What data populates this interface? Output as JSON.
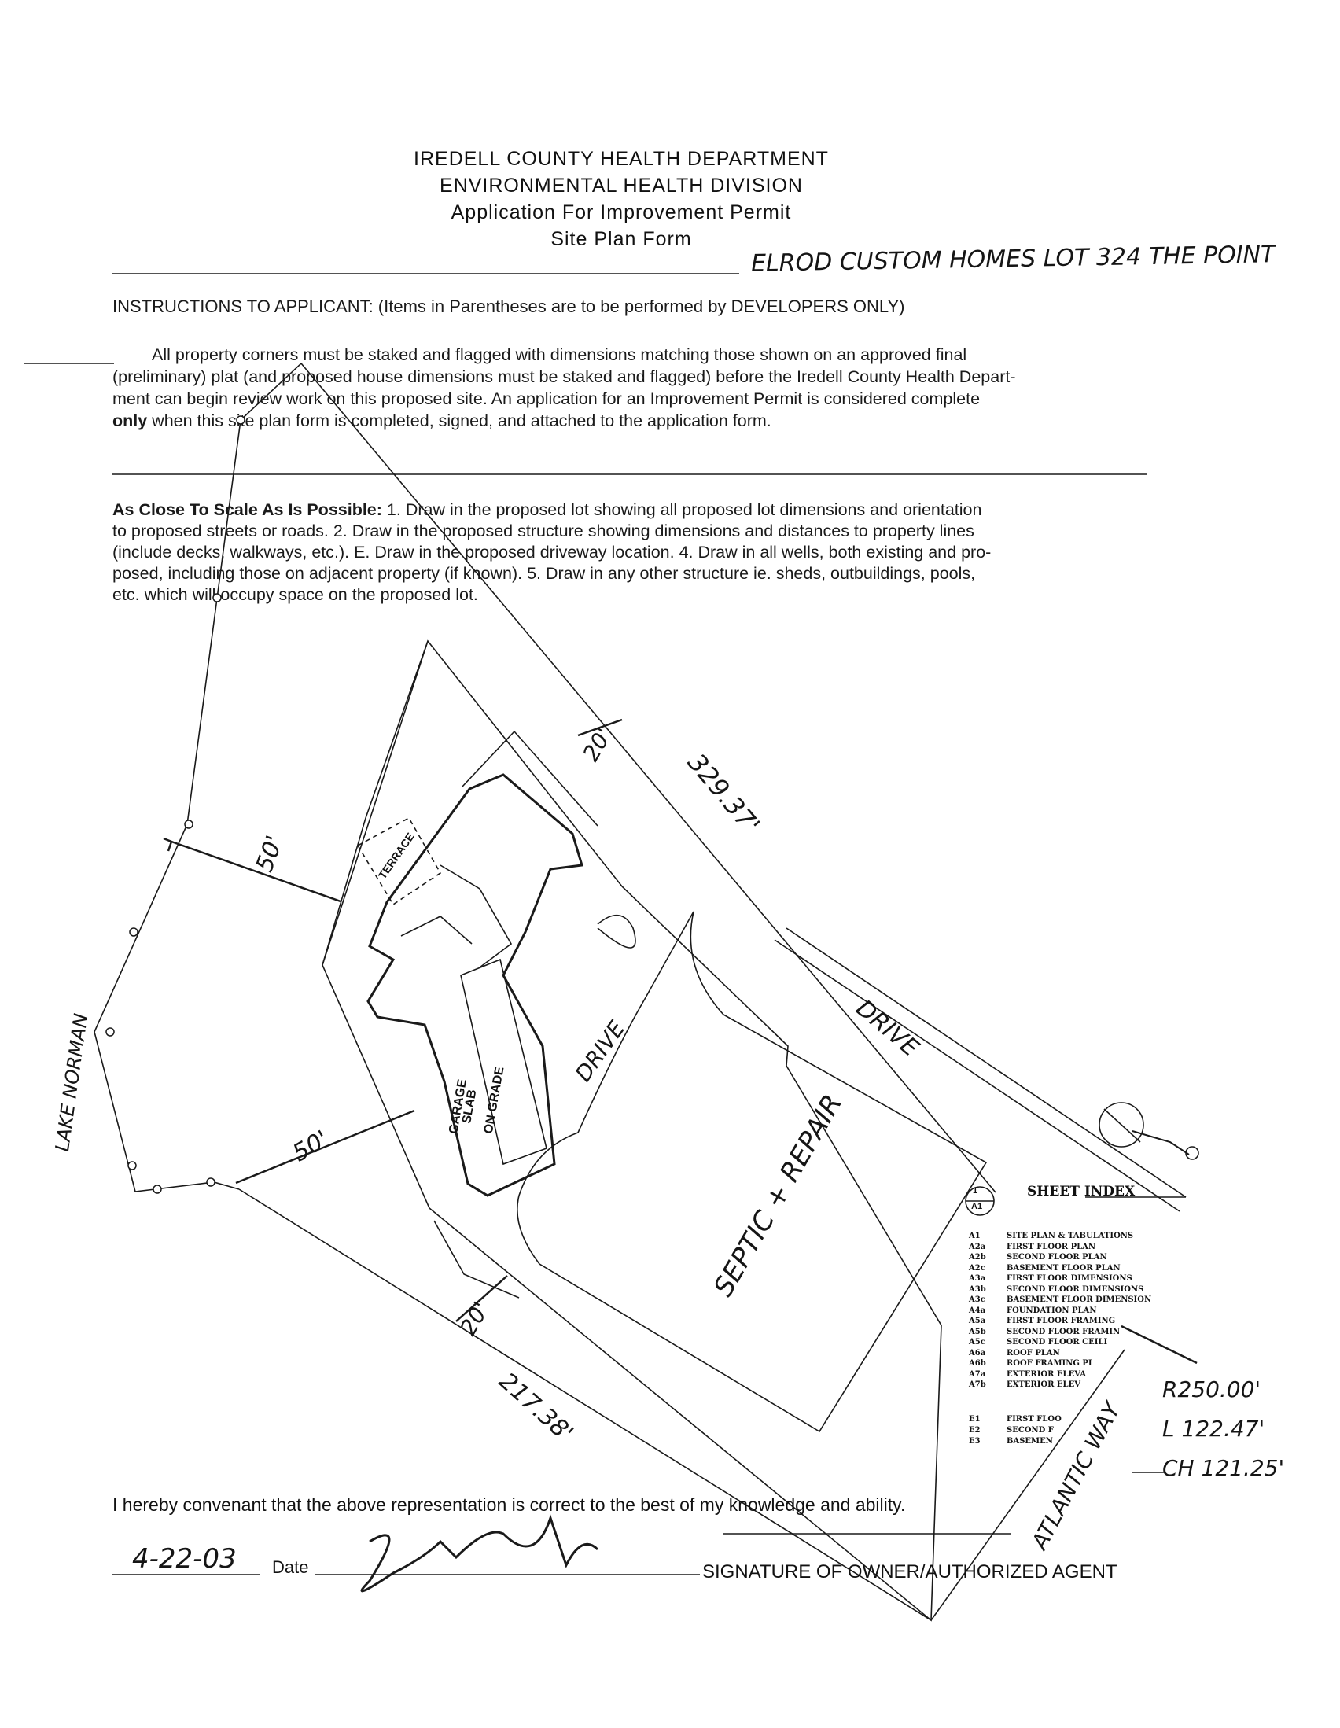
{
  "header": {
    "line1": "IREDELL COUNTY HEALTH DEPARTMENT",
    "line2": "ENVIRONMENTAL HEALTH DIVISION",
    "line3": "Application For Improvement Permit",
    "line4": "Site Plan Form"
  },
  "handwritten_project": "ELROD CUSTOM HOMES  LOT 324  THE POINT",
  "instructions": {
    "heading": "INSTRUCTIONS TO APPLICANT: (Items in Parentheses are to be performed by DEVELOPERS ONLY)",
    "line1": "All property corners must be staked and flagged with dimensions matching those shown on an approved final",
    "line2": "(preliminary) plat (and proposed house dimensions must be staked and flagged) before the Iredell County Health Depart-",
    "line3": "ment can begin review work on this proposed site. An application for an Improvement Permit is considered complete",
    "line4_bold": "only",
    "line4_rest": " when this site plan form is completed, signed, and attached to the application form."
  },
  "scale_note": {
    "bold": "As Close To Scale As Is Possible:",
    "line1_rest": " 1. Draw in the proposed lot showing all proposed lot dimensions and orientation",
    "line2": "to proposed streets or roads. 2. Draw in the proposed structure showing dimensions and distances to property lines",
    "line3": "(include decks, walkways, etc.). E. Draw in the proposed driveway location. 4. Draw in all wells, both existing and pro-",
    "line4": "posed, including those on adjacent property (if known). 5. Draw in any other structure ie. sheds, outbuildings, pools,",
    "line5": "etc. which will occupy space on the proposed lot."
  },
  "site_labels": {
    "lake": "LAKE NORMAN",
    "dim_north": "329.37'",
    "dim_south": "217.38'",
    "setback_top": "20'",
    "setback_bottom": "20'",
    "setback_left_top": "50'",
    "setback_left_bottom": "50'",
    "terrace": "TERRACE",
    "garage1": "GARAGE",
    "garage2": "SLAB",
    "garage3": "ON GRADE",
    "drive_lower": "DRIVE",
    "drive_upper": "DRIVE",
    "septic": "SEPTIC + REPAIR",
    "road": "ATLANTIC WAY",
    "curve_r": "R250.00'",
    "curve_l": "L 122.47'",
    "curve_ch": "CH 121.25'",
    "sheet_index_title": "SHEET INDEX",
    "sheet_ref_top": "1",
    "sheet_ref_bottom": "A1"
  },
  "sheet_index": [
    {
      "code": "A1",
      "desc": "SITE PLAN & TABULATIONS"
    },
    {
      "code": "A2a",
      "desc": "FIRST FLOOR PLAN"
    },
    {
      "code": "A2b",
      "desc": "SECOND FLOOR PLAN"
    },
    {
      "code": "A2c",
      "desc": "BASEMENT FLOOR PLAN"
    },
    {
      "code": "A3a",
      "desc": "FIRST FLOOR DIMENSIONS"
    },
    {
      "code": "A3b",
      "desc": "SECOND FLOOR DIMENSIONS"
    },
    {
      "code": "A3c",
      "desc": "BASEMENT FLOOR DIMENSION"
    },
    {
      "code": "A4a",
      "desc": "FOUNDATION PLAN"
    },
    {
      "code": "A5a",
      "desc": "FIRST FLOOR FRAMING"
    },
    {
      "code": "A5b",
      "desc": "SECOND FLOOR FRAMIN"
    },
    {
      "code": "A5c",
      "desc": "SECOND FLOOR CEILI"
    },
    {
      "code": "A6a",
      "desc": "ROOF PLAN"
    },
    {
      "code": "A6b",
      "desc": "ROOF FRAMING PI"
    },
    {
      "code": "A7a",
      "desc": "EXTERIOR ELEVA"
    },
    {
      "code": "A7b",
      "desc": "EXTERIOR ELEV"
    },
    {
      "code": "E1",
      "desc": "FIRST FLOO"
    },
    {
      "code": "E2",
      "desc": "SECOND F"
    },
    {
      "code": "E3",
      "desc": "BASEMEN"
    }
  ],
  "certification": "I hereby convenant that the above representation is correct to the best of my knowledge and ability.",
  "signature": {
    "date_value": "4-22-03",
    "date_label": "Date",
    "agent_label": "SIGNATURE OF OWNER/AUTHORIZED AGENT"
  }
}
